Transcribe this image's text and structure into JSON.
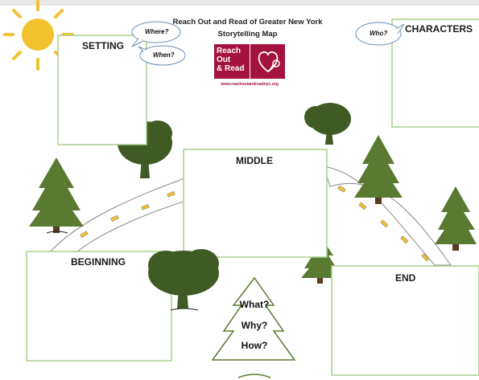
{
  "header": {
    "title_line1": "Reach Out and Read of Greater New York",
    "title_line2": "Storytelling Map"
  },
  "logo": {
    "line1": "Reach",
    "line2": "Out",
    "line3": "& Read",
    "url": "www.reachoutandreadnyc.org",
    "color": "#a4123f"
  },
  "sections": {
    "setting": "SETTING",
    "characters": "CHARACTERS",
    "middle": "MIDDLE",
    "beginning": "BEGINNING",
    "end": "END"
  },
  "bubbles": {
    "where": "Where?",
    "when": "When?",
    "who": "Who?"
  },
  "questions": {
    "what": "What?",
    "why": "Why?",
    "how": "How?"
  },
  "colors": {
    "box_border": "#a7d08c",
    "tree_green": "#5a7a32",
    "bush_green": "#3f5a22",
    "sun": "#f2c12e",
    "road_dash": "#f2c12e"
  }
}
